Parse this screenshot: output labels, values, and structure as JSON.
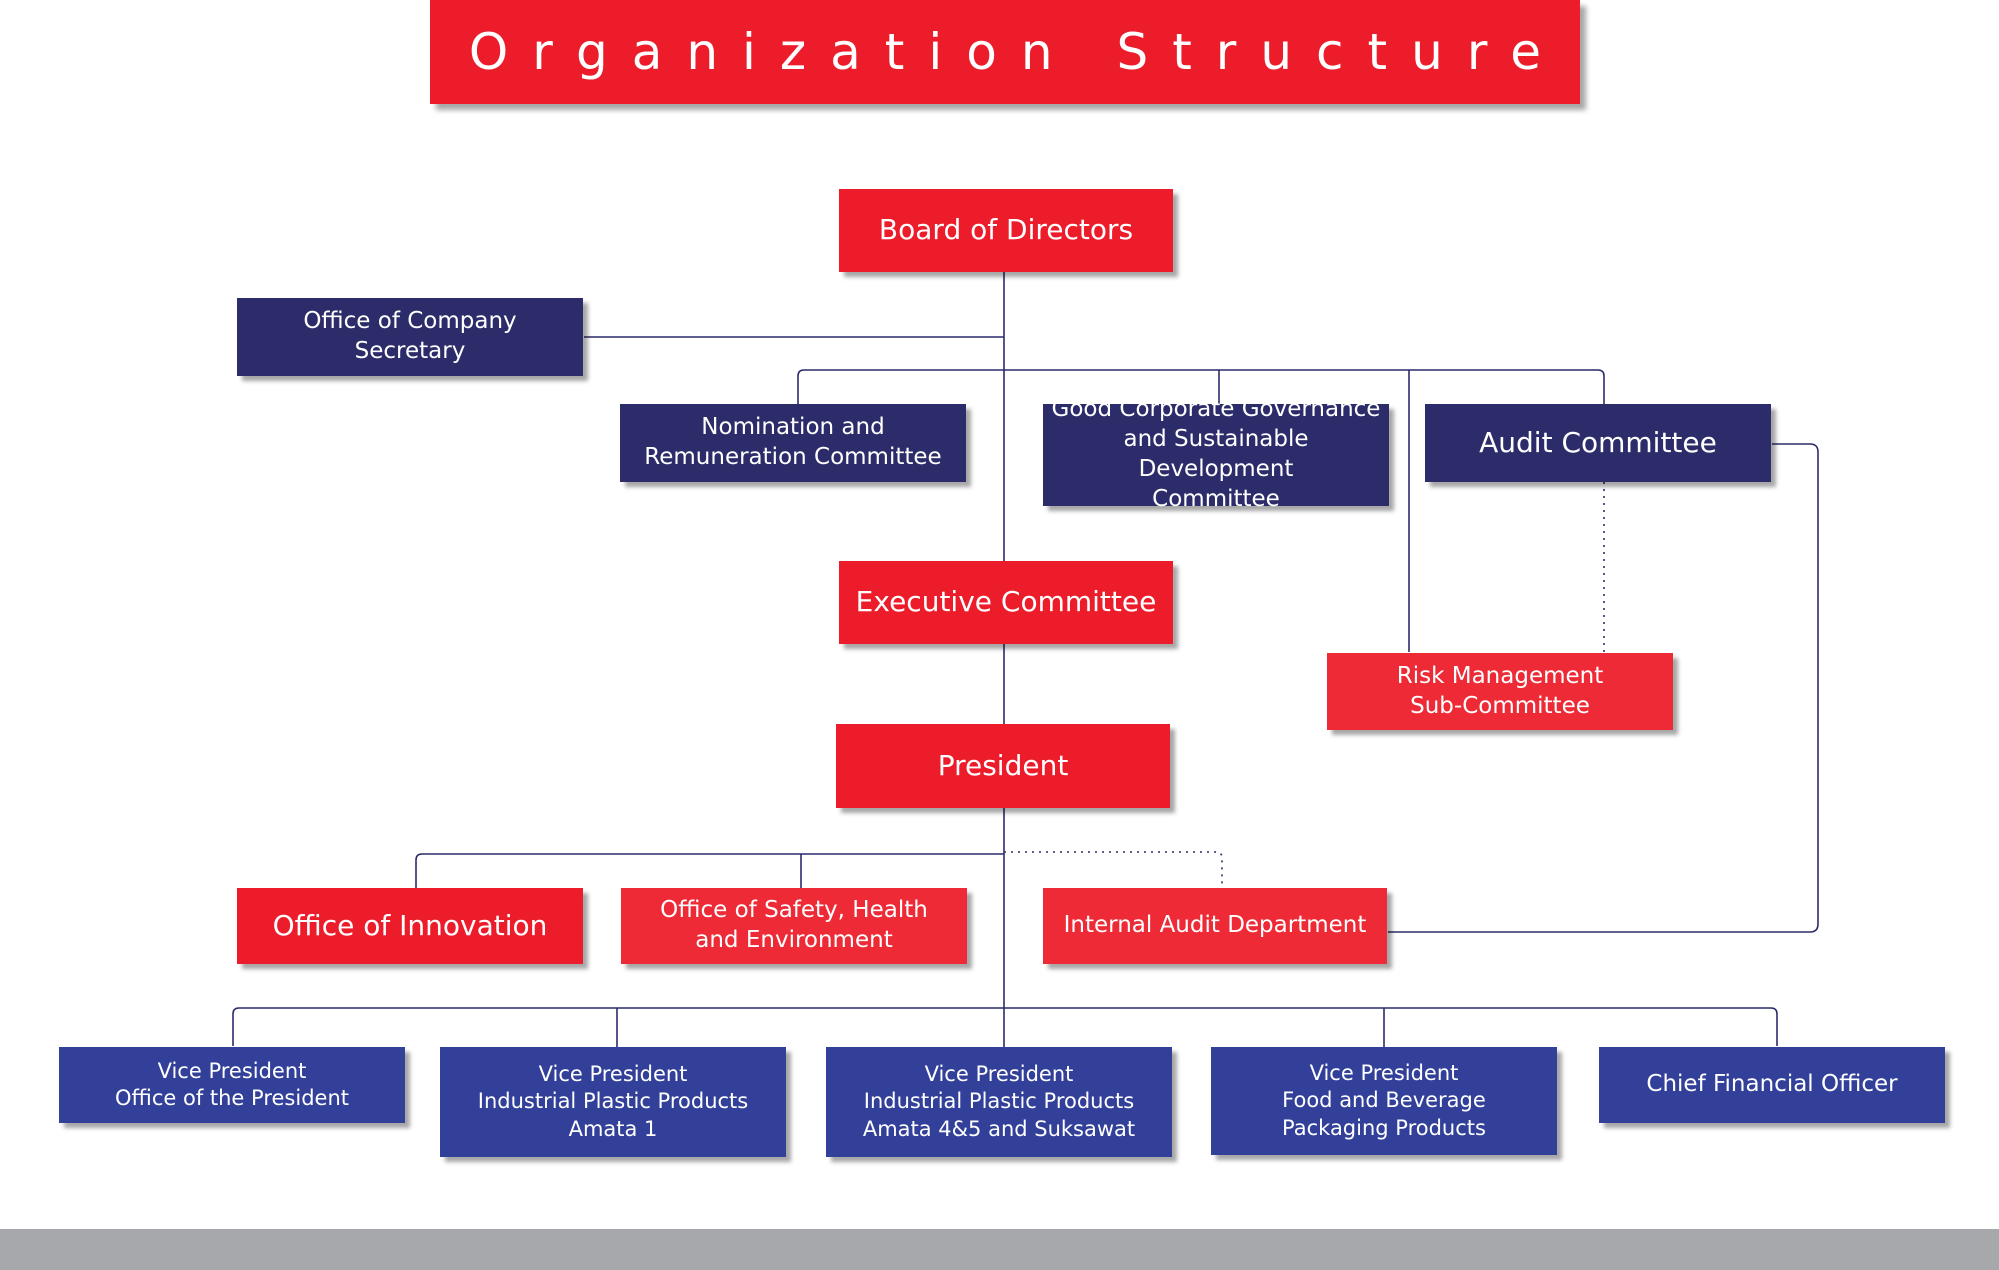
{
  "title": "Organization Structure",
  "colors": {
    "red": "#ec1c2b",
    "navy": "#2c2c6b",
    "blue": "#32409a",
    "line": "#2c2c6b",
    "footer": "#a6a8ab"
  },
  "nodes": {
    "board": "Board of Directors",
    "company_secretary": "Office of Company Secretary",
    "nomination": "Nomination and\nRemuneration Committee",
    "governance": "Good Corporate Governance\nand Sustainable Development\nCommittee",
    "audit_committee": "Audit Committee",
    "executive": "Executive Committee",
    "risk": "Risk Management\nSub-Committee",
    "president": "President",
    "innovation": "Office of Innovation",
    "safety": "Office of Safety, Health\nand Environment",
    "internal_audit": "Internal Audit Department",
    "vp_office": "Vice President\nOffice of the President",
    "vp_amata1": "Vice President\nIndustrial Plastic Products\nAmata 1",
    "vp_amata45": "Vice President\nIndustrial Plastic Products\nAmata 4&5 and Suksawat",
    "vp_food": "Vice President\nFood and Beverage\nPackaging Products",
    "cfo": "Chief Financial Officer"
  }
}
